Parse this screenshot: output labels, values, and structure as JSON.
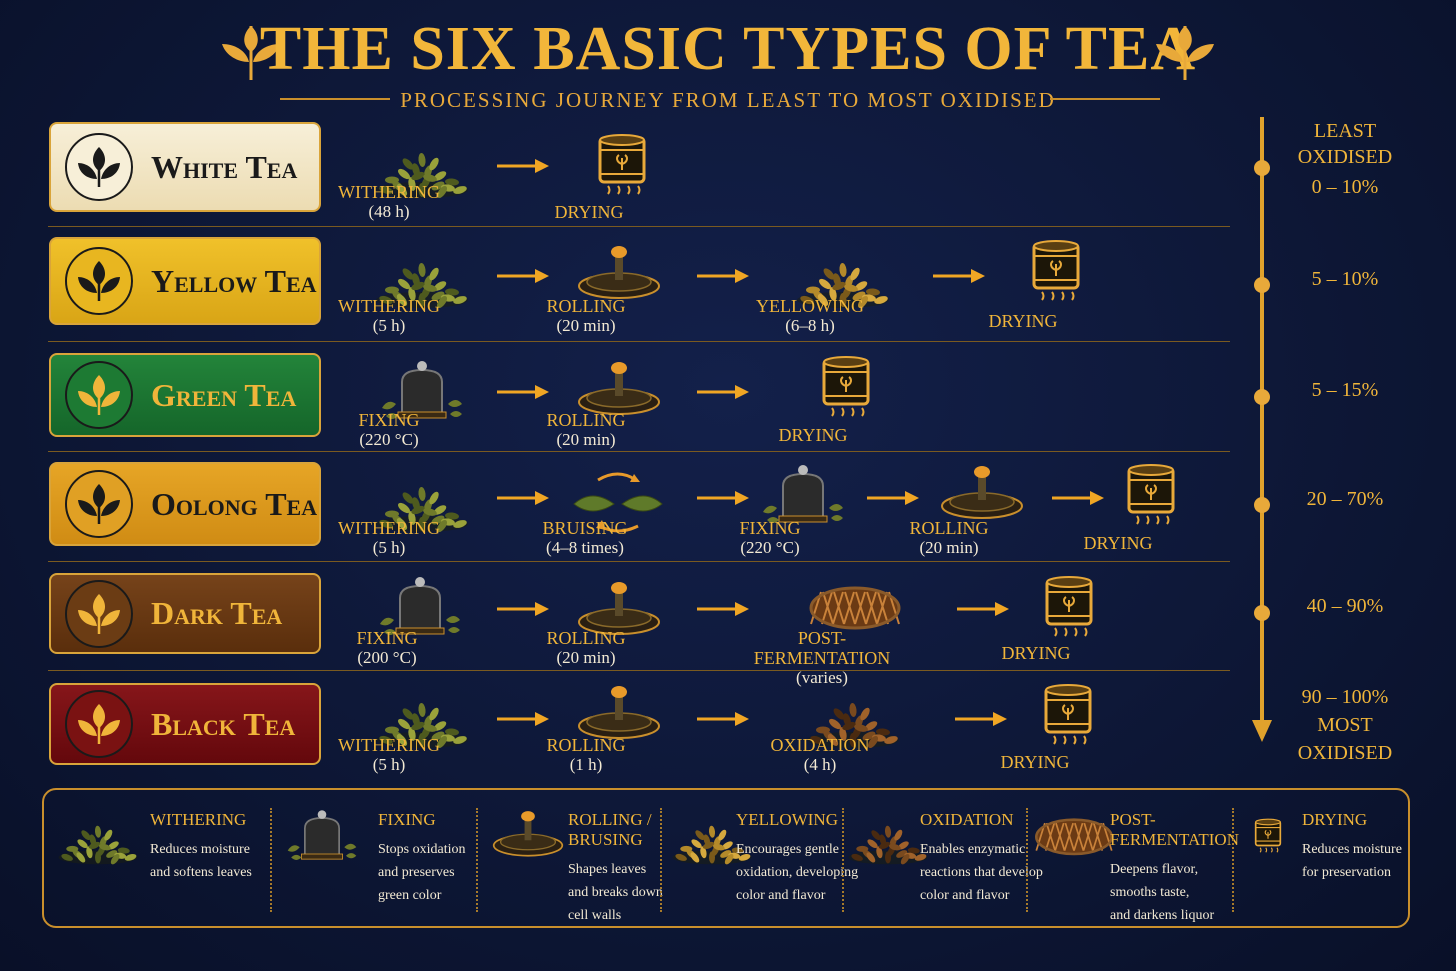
{
  "header": {
    "title": "THE SIX BASIC TYPES OF TEA",
    "subtitle": "PROCESSING JOURNEY FROM LEAST TO MOST OXIDISED"
  },
  "colors": {
    "background": "#0d1737",
    "accent_gold": "#f0b53a",
    "white_tea": "#f5ecd3",
    "yellow_tea": "#e6b21c",
    "green_tea": "#1e7a33",
    "oolong_tea": "#dd9a1c",
    "dark_tea": "#6b3c10",
    "black_tea": "#7a1212"
  },
  "teas": [
    {
      "name": "White Tea",
      "steps": [
        {
          "label": "WITHERING",
          "detail": "(48 h)",
          "icon": "leaf-pile-icon"
        },
        {
          "label": "DRYING",
          "detail": "",
          "icon": "drying-drum-icon"
        }
      ]
    },
    {
      "name": "Yellow Tea",
      "steps": [
        {
          "label": "WITHERING",
          "detail": "(5 h)",
          "icon": "leaf-pile-icon"
        },
        {
          "label": "ROLLING",
          "detail": "(20 min)",
          "icon": "rolling-press-icon"
        },
        {
          "label": "YELLOWING",
          "detail": "(6–8 h)",
          "icon": "yellow-leaf-pile-icon"
        },
        {
          "label": "DRYING",
          "detail": "",
          "icon": "drying-drum-icon"
        }
      ]
    },
    {
      "name": "Green Tea",
      "steps": [
        {
          "label": "FIXING",
          "detail": "(220 °C)",
          "icon": "wok-fixing-icon"
        },
        {
          "label": "ROLLING",
          "detail": "(20 min)",
          "icon": "rolling-press-icon"
        },
        {
          "label": "DRYING",
          "detail": "",
          "icon": "drying-drum-icon"
        }
      ]
    },
    {
      "name": "Oolong Tea",
      "steps": [
        {
          "label": "WITHERING",
          "detail": "(5 h)",
          "icon": "leaf-pile-icon"
        },
        {
          "label": "BRUISING",
          "detail": "(4–8 times)",
          "icon": "bruising-leaves-icon"
        },
        {
          "label": "FIXING",
          "detail": "(220 °C)",
          "icon": "wok-fixing-icon"
        },
        {
          "label": "ROLLING",
          "detail": "(20 min)",
          "icon": "rolling-press-icon"
        },
        {
          "label": "DRYING",
          "detail": "",
          "icon": "drying-drum-icon"
        }
      ]
    },
    {
      "name": "Dark Tea",
      "steps": [
        {
          "label": "FIXING",
          "detail": "(200 °C)",
          "icon": "wok-fixing-icon"
        },
        {
          "label": "ROLLING",
          "detail": "(20 min)",
          "icon": "rolling-press-icon"
        },
        {
          "label": "POST-FERMENTATION",
          "detail": "(varies)",
          "icon": "fermentation-basket-icon"
        },
        {
          "label": "DRYING",
          "detail": "",
          "icon": "drying-drum-icon"
        }
      ]
    },
    {
      "name": "Black Tea",
      "steps": [
        {
          "label": "WITHERING",
          "detail": "(5 h)",
          "icon": "leaf-pile-icon"
        },
        {
          "label": "ROLLING",
          "detail": "(1 h)",
          "icon": "rolling-press-icon"
        },
        {
          "label": "OXIDATION",
          "detail": "(4 h)",
          "icon": "oxidised-leaf-pile-icon"
        },
        {
          "label": "DRYING",
          "detail": "",
          "icon": "drying-drum-icon"
        }
      ]
    }
  ],
  "oxidation_scale": {
    "top_label_1": "LEAST",
    "top_label_2": "OXIDISED",
    "ranges": [
      "0 – 10%",
      "5 – 10%",
      "5 – 15%",
      "20 – 70%",
      "40 – 90%",
      "90 – 100%"
    ],
    "bottom_label_1": "MOST",
    "bottom_label_2": "OXIDISED"
  },
  "legend": [
    {
      "title": "WITHERING",
      "desc_lines": [
        "Reduces moisture",
        "and softens leaves"
      ],
      "icon": "leaf-pile-icon"
    },
    {
      "title": "FIXING",
      "desc_lines": [
        "Stops oxidation",
        "and preserves",
        "green color"
      ],
      "icon": "wok-fixing-icon"
    },
    {
      "title_lines": [
        "ROLLING /",
        "BRUSING"
      ],
      "desc_lines": [
        "Shapes leaves",
        "and breaks down",
        "cell walls"
      ],
      "icon": "rolling-press-icon"
    },
    {
      "title": "YELLOWING",
      "desc_lines": [
        "Encourages gentle",
        "oxidation, developing",
        "color and flavor"
      ],
      "icon": "yellow-leaf-pile-icon"
    },
    {
      "title": "OXIDATION",
      "desc_lines": [
        "Enables enzymatic",
        "reactions that develop",
        "color and flavor"
      ],
      "icon": "oxidised-leaf-pile-icon"
    },
    {
      "title_lines": [
        "POST-",
        "FERMENTATION"
      ],
      "desc_lines": [
        "Deepens flavor,",
        "smooths taste,",
        "and darkens liquor"
      ],
      "icon": "fermentation-basket-icon"
    },
    {
      "title": "DRYING",
      "desc_lines": [
        "Reduces moisture",
        "for preservation"
      ],
      "icon": "drying-drum-icon"
    }
  ]
}
